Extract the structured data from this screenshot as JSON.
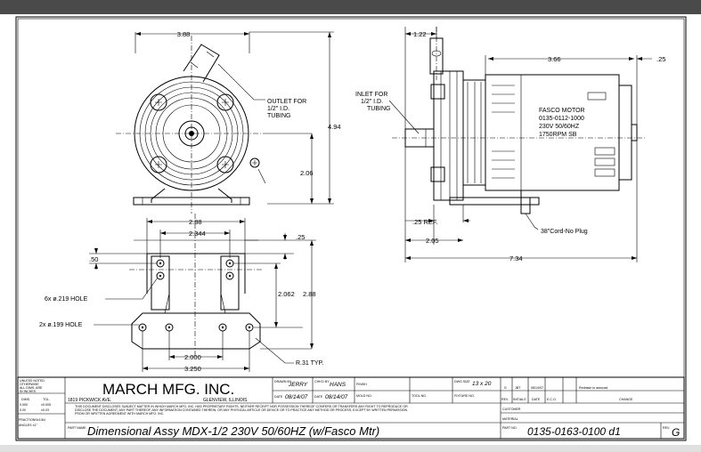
{
  "front_view": {
    "dims": {
      "width": "3.88",
      "height": "4.94",
      "center_height": "2.06"
    },
    "outlet_note": [
      "OUTLET FOR",
      "1/2\" I.D.",
      "TUBING"
    ]
  },
  "side_view": {
    "dims": {
      "inlet_offset": "1.22",
      "motor_length": "3.66",
      "cap": ".25",
      "ref": ".25 REF.",
      "base_offset": "2.05",
      "overall": "7.34"
    },
    "inlet_note": [
      "INLET FOR",
      "1/2\" I.D.",
      "TUBING"
    ],
    "motor_label": [
      "FASCO MOTOR",
      "0135-0112-1000",
      "230V 50/60HZ",
      "1750RPM SB"
    ],
    "cord_note": "38\"Cord-No Plug"
  },
  "base_view": {
    "dims": {
      "outer": "2.88",
      "inner": "2.344",
      "slot_offset": ".50",
      "top_offset": ".25",
      "vert_inner": "2.062",
      "vert_outer": "2.88",
      "bottom_inner": "2.000",
      "bottom_outer": "3.250"
    },
    "hole_6x": "6x ø.219 HOLE",
    "hole_2x": "2x ø.199 HOLE",
    "radius": "R.31 TYP."
  },
  "title_block": {
    "tolerance_header": [
      "UNLESS NOTED",
      "OTHERWISE",
      "ALL DIMS. ARE",
      "IN INCHES"
    ],
    "tol_rows": [
      {
        "dims": "DIMS.",
        "tol": "TOL."
      },
      {
        "dims": "0.000",
        "tol": "±0.005"
      },
      {
        "dims": "0.00",
        "tol": "±0.03"
      }
    ],
    "fractions": "FRACTIONS±1/64",
    "angles": "ANGLES  ±1°",
    "company": "MARCH MFG. INC.",
    "address": "1819 PICKWICK AVE.",
    "city": "GLENVIEW, ILLINOIS",
    "proprietary": [
      "THIS DOCUMENT DISCLOSES SUBJECT MATTER IN WHICH MARCH MFG. INC. HAS PROPRIETARY RIGHTS. NEITHER RECEIPT NOR POSSESSION THEREOF CONFERS OR TRANSFERS ANY RIGHT TO REPRODUCE OR",
      "DISCLOSE THE DOCUMENT, ANY PART THEREOF, ANY INFORMATION CONTAINED THEREIN, OR ANY PHYSICAL ARTICLE OR DEVICE OR TO PRACTICE ANY METHOD OR PROCESS, EXCEPT BY WRITTEN PERMISSION",
      "FROM OR WRITTEN AGREEMENT WITH MARCH MFG. INC."
    ],
    "drawn_label": "DRAWN BY",
    "drawn_by": "JERRY",
    "chkd_label": "CHK'D BY",
    "chkd_by": "HANS",
    "date_label": "DATE",
    "date1": "08/14/07",
    "date2": "08/14/07",
    "finish_label": "FINISH",
    "dwg_size_label": "DWG SIZE",
    "dwg_size": "13 x 20",
    "mold_label": "MOLD NO.",
    "tool_label": "TOOL NO.",
    "fixture_label": "FIXTURE NO.",
    "part_name_label": "PART NAME",
    "part_name": "Dimensional Assy MDX-1/2 230V 50/60HZ (w/Fasco Mtr)",
    "part_no_label": "PART NO.",
    "part_no": "0135-0163-0100 d1",
    "rev_label": "REV.",
    "rev": "G",
    "customer_label": "CUSTOMER",
    "material_label": "MATERIAL",
    "revision_row": {
      "rev": "G",
      "initials": "JBT",
      "date": "08/14/07",
      "change": "Redrawn in autocad."
    },
    "revision_headers": {
      "rev": "REV.",
      "initials": "INITIALS",
      "date": "DATE",
      "eco": "E.C.O.",
      "change": "CHANGE"
    }
  }
}
